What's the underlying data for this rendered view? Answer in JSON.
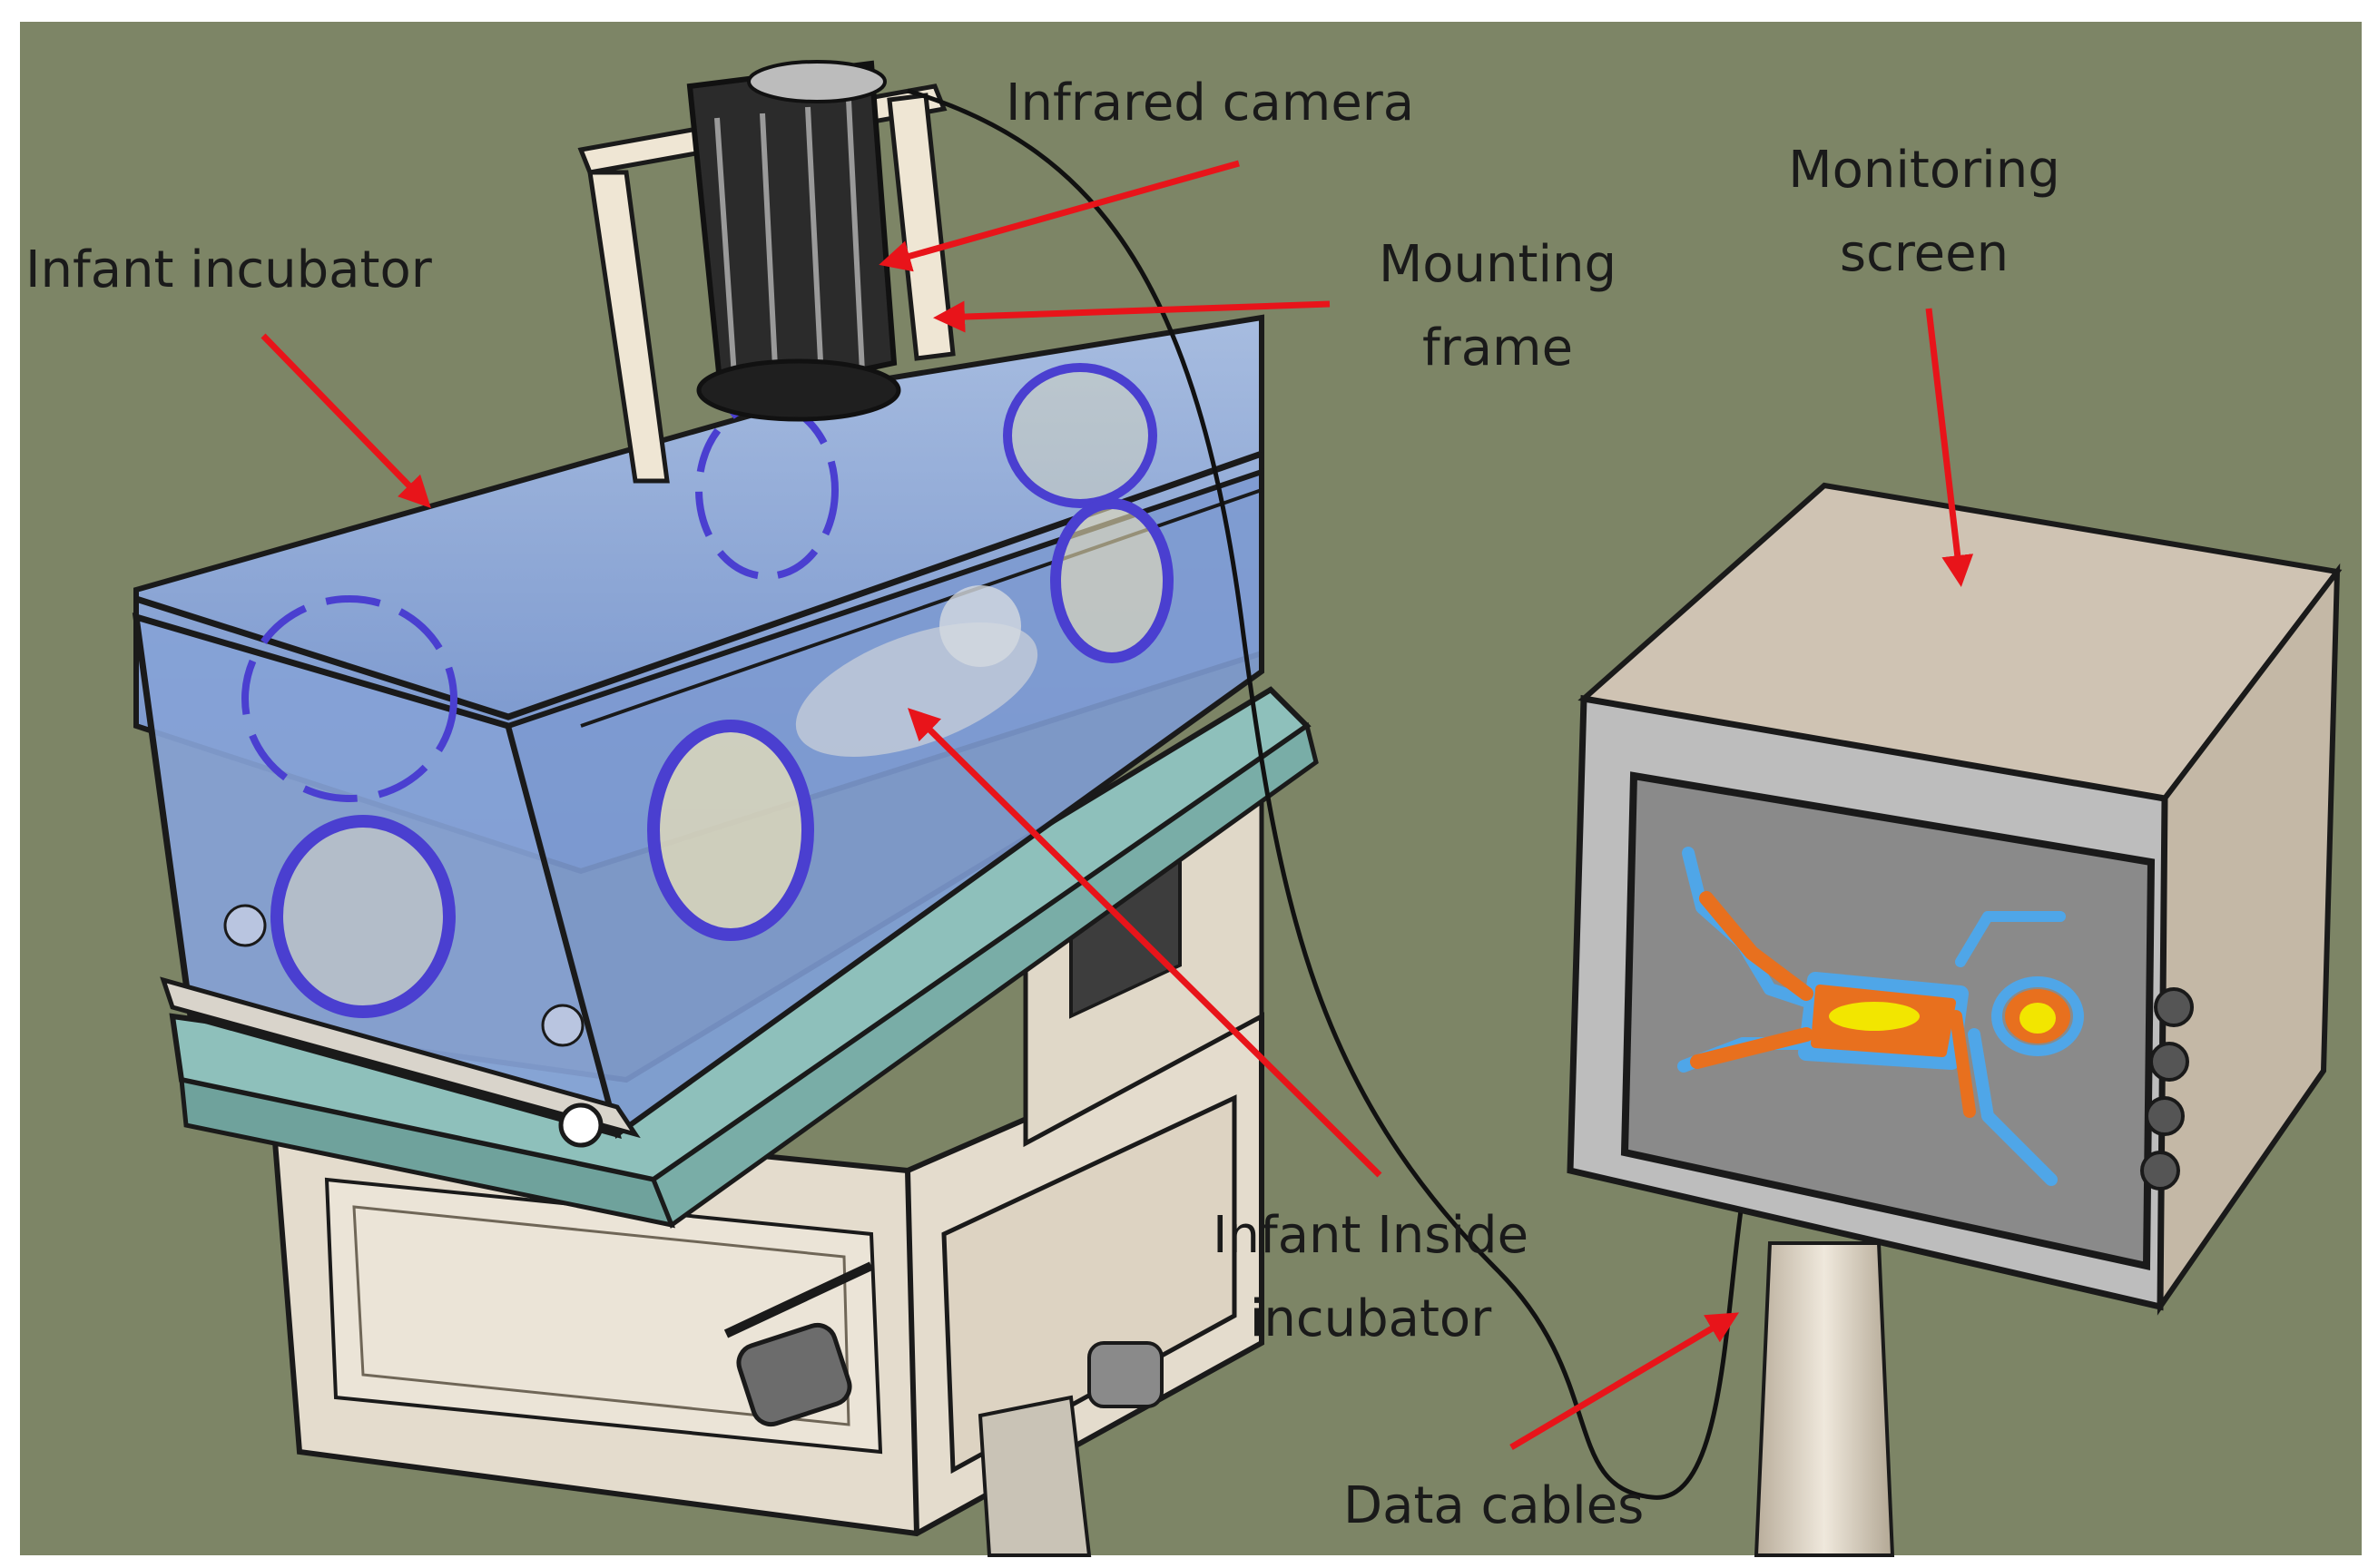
{
  "labels": {
    "infant_incubator": "Infant incubator",
    "infrared_camera": "Infrared camera",
    "mounting_frame": [
      "Mounting",
      "frame"
    ],
    "monitoring_screen": [
      "Monitoring",
      "screen"
    ],
    "infant_inside": [
      "Infant Inside",
      "incubator"
    ],
    "data_cables": "Data cables"
  },
  "colors": {
    "background": "#7d8566",
    "arrow": "#e8141a",
    "incubator_glass": "#8aa6d6",
    "port_ring": "#4a3fd0",
    "base_teal": "#8ec0bb",
    "cabinet": "#e4dccd",
    "monitor_case": "#cfc3b3",
    "screen": "#8a8a8a",
    "thermal_outer": "#4fa6e8",
    "thermal_mid": "#e8701e",
    "thermal_hot": "#f2e600"
  }
}
